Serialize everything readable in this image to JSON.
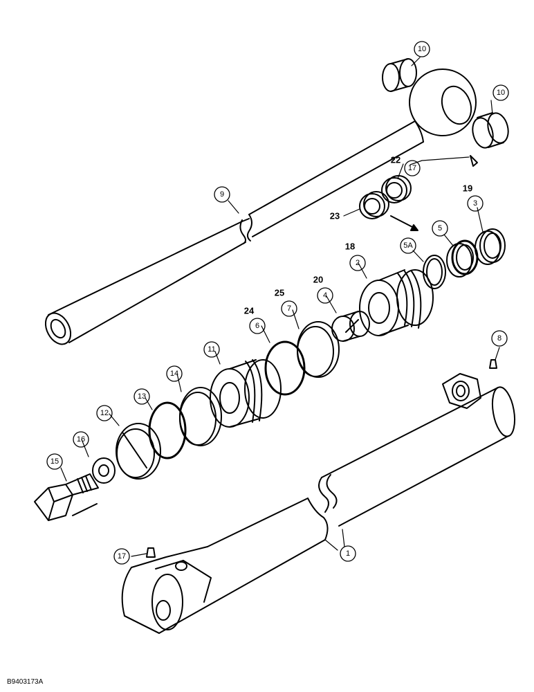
{
  "figure_id": "B9403173A",
  "callouts": {
    "c1": "1",
    "c2": "2",
    "c3": "3",
    "c4": "4",
    "c5": "5",
    "c5a": "5A",
    "c6": "6",
    "c7": "7",
    "c8": "8",
    "c9": "9",
    "c10a": "10",
    "c10b": "10",
    "c11": "11",
    "c12": "12",
    "c13": "13",
    "c14": "14",
    "c15": "15",
    "c16": "16",
    "c17a": "17",
    "c17b": "17",
    "c18": "18",
    "c19": "19",
    "c20": "20",
    "c22": "22",
    "c23": "23",
    "c24": "24",
    "c25": "25"
  }
}
